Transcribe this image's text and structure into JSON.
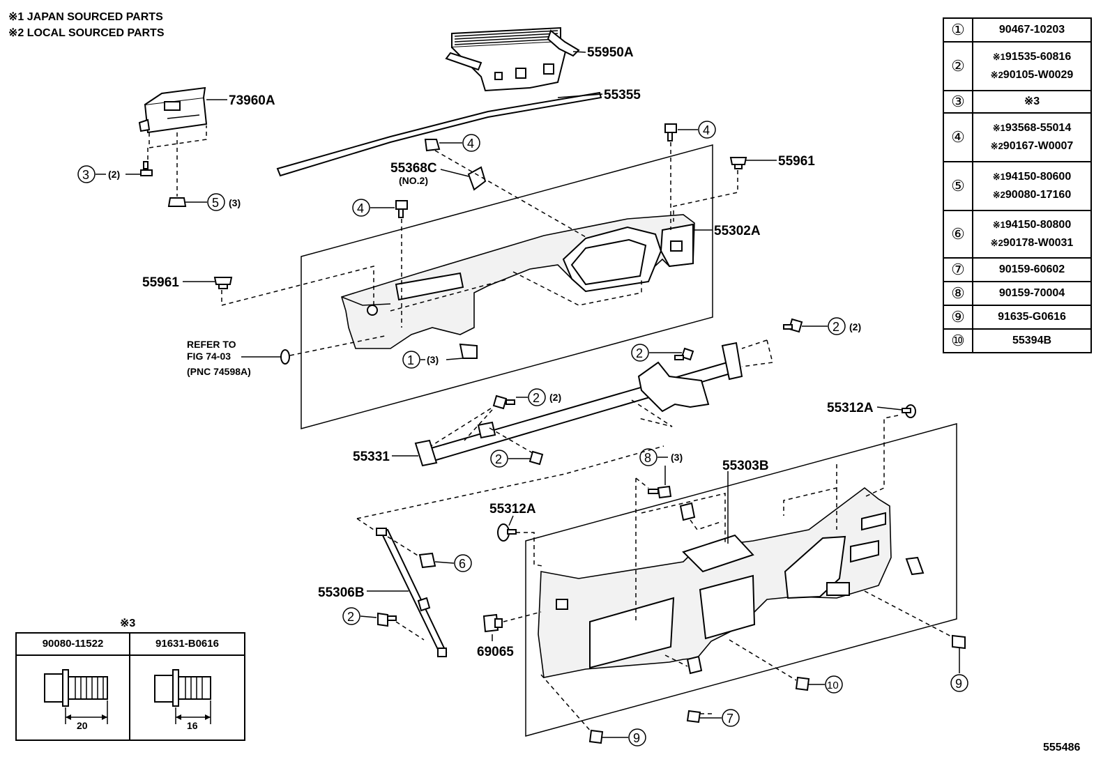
{
  "notes": {
    "line1": "※1 JAPAN SOURCED PARTS",
    "line2": "※2 LOCAL SOURCED PARTS"
  },
  "part_labels": {
    "p55950A": "55950A",
    "p73960A": "73960A",
    "p55355": "55355",
    "p55368C": "55368C",
    "p55368C_sub": "(NO.2)",
    "p55961_right": "55961",
    "p55961_left": "55961",
    "p55302A": "55302A",
    "refer1": "REFER TO",
    "refer2": "FIG 74-03",
    "refer3": "(PNC 74598A)",
    "p55312A_right": "55312A",
    "p55331": "55331",
    "p55303B": "55303B",
    "p55312A_left": "55312A",
    "p55306B": "55306B",
    "p69065": "69065",
    "fig_number": "555486"
  },
  "callouts": {
    "c3_qty": "(2)",
    "c5_qty": "(3)",
    "c1_qty": "(3)",
    "c2_qty_right": "(2)",
    "c2_qty_left": "(2)",
    "c8_qty": "(3)"
  },
  "legend": [
    {
      "key": "①",
      "values": [
        {
          "prefix": "",
          "number": "90467-10203"
        }
      ]
    },
    {
      "key": "②",
      "values": [
        {
          "prefix": "※1",
          "number": "91535-60816"
        },
        {
          "prefix": "※2",
          "number": "90105-W0029"
        }
      ]
    },
    {
      "key": "③",
      "values": [
        {
          "prefix": "",
          "number": "※3"
        }
      ]
    },
    {
      "key": "④",
      "values": [
        {
          "prefix": "※1",
          "number": "93568-55014"
        },
        {
          "prefix": "※2",
          "number": "90167-W0007"
        }
      ]
    },
    {
      "key": "⑤",
      "values": [
        {
          "prefix": "※1",
          "number": "94150-80600"
        },
        {
          "prefix": "※2",
          "number": "90080-17160"
        }
      ]
    },
    {
      "key": "⑥",
      "values": [
        {
          "prefix": "※1",
          "number": "94150-80800"
        },
        {
          "prefix": "※2",
          "number": "90178-W0031"
        }
      ]
    },
    {
      "key": "⑦",
      "values": [
        {
          "prefix": "",
          "number": "90159-60602"
        }
      ]
    },
    {
      "key": "⑧",
      "values": [
        {
          "prefix": "",
          "number": "90159-70004"
        }
      ]
    },
    {
      "key": "⑨",
      "values": [
        {
          "prefix": "",
          "number": "91635-G0616"
        }
      ]
    },
    {
      "key": "⑩",
      "values": [
        {
          "prefix": "",
          "number": "55394B"
        }
      ]
    }
  ],
  "note3": {
    "title": "※3",
    "left_part": "90080-11522",
    "left_dim": "20",
    "right_part": "91631-B0616",
    "right_dim": "16"
  }
}
